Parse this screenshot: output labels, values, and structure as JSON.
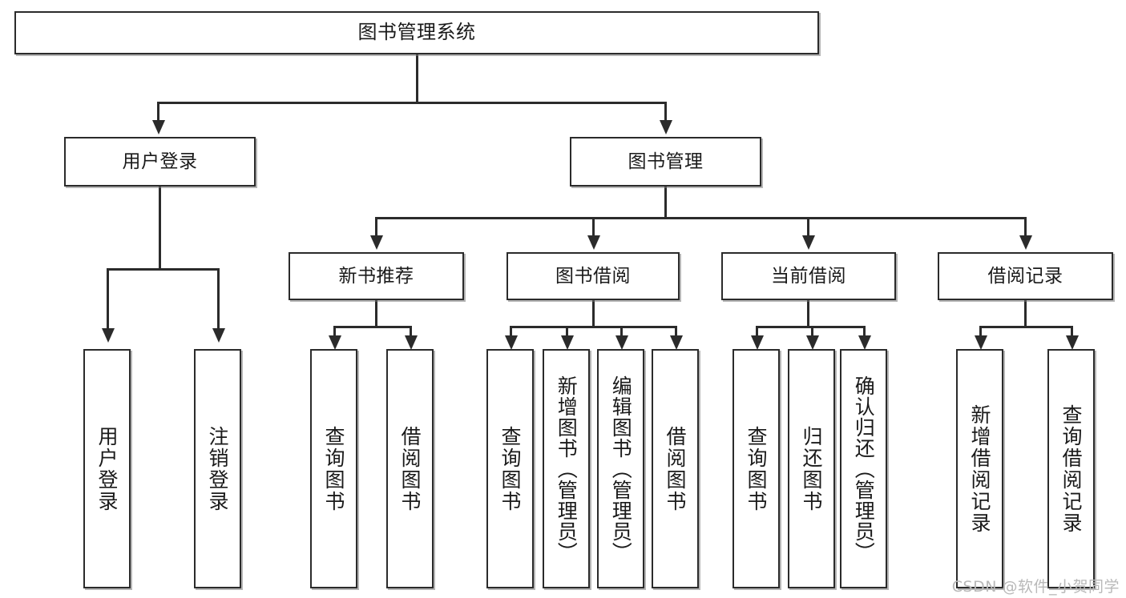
{
  "diagram": {
    "type": "tree-hierarchy-chart",
    "title": "图书管理系统",
    "root": {
      "label": "图书管理系统"
    },
    "level2": [
      {
        "label": "用户登录"
      },
      {
        "label": "图书管理"
      }
    ],
    "level3": [
      {
        "label": "新书推荐"
      },
      {
        "label": "图书借阅"
      },
      {
        "label": "当前借阅"
      },
      {
        "label": "借阅记录"
      }
    ],
    "leaves": {
      "user_login": [
        {
          "label": "用户登录"
        },
        {
          "label": "注销登录"
        }
      ],
      "new_book_recommend": [
        {
          "label": "查询图书"
        },
        {
          "label": "借阅图书"
        }
      ],
      "book_borrow": [
        {
          "label": "查询图书"
        },
        {
          "label": "新增图书（管理员）"
        },
        {
          "label": "编辑图书（管理员）"
        },
        {
          "label": "借阅图书"
        }
      ],
      "current_borrow": [
        {
          "label": "查询图书"
        },
        {
          "label": "归还图书"
        },
        {
          "label": "确认归还（管理员）"
        }
      ],
      "borrow_record": [
        {
          "label": "新增借阅记录"
        },
        {
          "label": "查询借阅记录"
        }
      ]
    }
  },
  "watermark": {
    "text": "CSDN @软件_小贺同学"
  },
  "colors": {
    "stroke": "#2b2b2b",
    "background": "#ffffff",
    "text": "#1a1a1a",
    "watermark": "#b9b9b9"
  }
}
